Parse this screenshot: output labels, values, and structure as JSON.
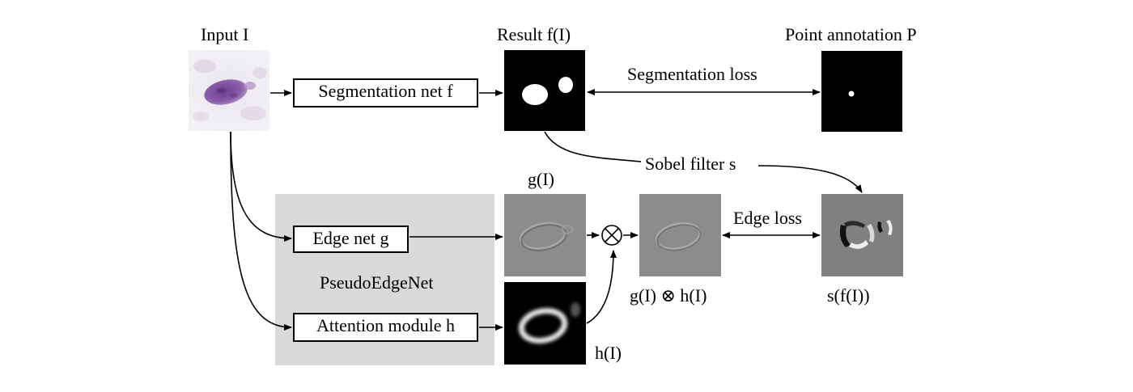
{
  "labels": {
    "input": "Input I",
    "result": "Result f(I)",
    "point_annotation": "Point annotation P",
    "segmentation_loss": "Segmentation loss",
    "sobel_filter": "Sobel filter s",
    "g_of_i": "g(I)",
    "edge_loss": "Edge loss",
    "product": "g(I) ⊗ h(I)",
    "sobel_of_result": "s(f(I))",
    "h_of_i": "h(I)"
  },
  "boxes": {
    "segmentation_net": "Segmentation net f",
    "edge_net": "Edge net g",
    "attention_module": "Attention module h"
  },
  "panel": {
    "title": "PseudoEdgeNet"
  },
  "colors": {
    "panel_bg": "#d9d9d9",
    "edge_map_gray": "#8c8c8c",
    "cell_purple": "#8a5ea8"
  }
}
